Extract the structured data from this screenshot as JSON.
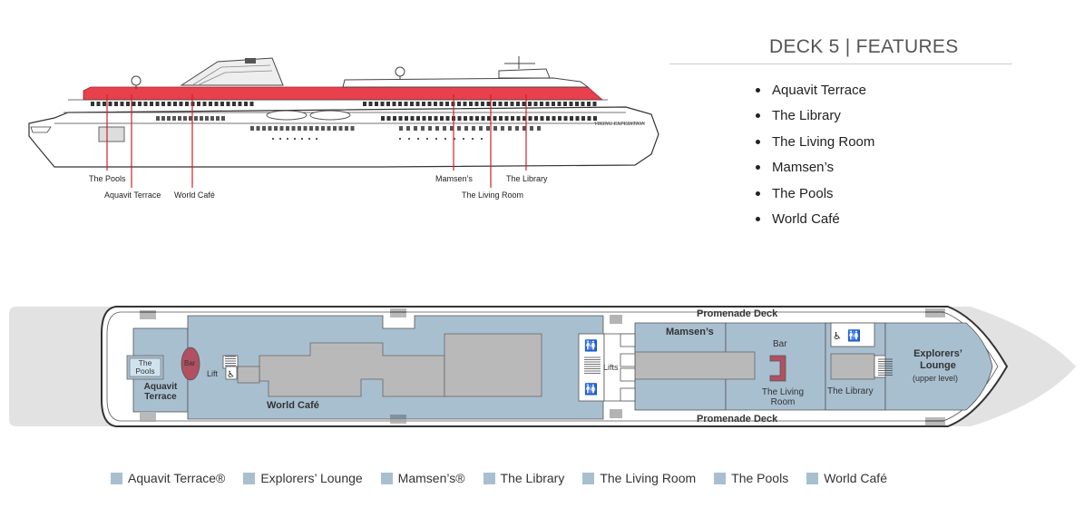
{
  "header": {
    "title": "DECK 5 | FEATURES"
  },
  "features": [
    "Aquavit Terrace",
    "The Library",
    "The Living Room",
    "Mamsen’s",
    "The Pools",
    "World Café"
  ],
  "side_view": {
    "ship_name": "VIKING EXPEDITION",
    "callouts": [
      "The Pools",
      "Aquavit Terrace",
      "World Café",
      "Mamsen’s",
      "The Living Room",
      "The Library"
    ]
  },
  "plan": {
    "promenade_top": "Promenade Deck",
    "promenade_bottom": "Promenade Deck",
    "pools": "The Pools",
    "bar_circle": "Bar",
    "aquavit_terrace": "Aquavit Terrace",
    "lift_left": "Lift",
    "world_cafe": "World Café",
    "lifts_mid": "Lifts",
    "mamsens": "Mamsen’s",
    "bar": "Bar",
    "living_room": "The Living Room",
    "library": "The Library",
    "explorers_lounge": "Explorers’ Lounge",
    "explorers_note": "(upper level)"
  },
  "legend": [
    {
      "label": "Aquavit Terrace®"
    },
    {
      "label": "Explorers’ Lounge"
    },
    {
      "label": "Mamsen’s®"
    },
    {
      "label": "The Library"
    },
    {
      "label": "The Living Room"
    },
    {
      "label": "The Pools"
    },
    {
      "label": "World Café"
    }
  ],
  "colors": {
    "venue": "#a8bfd0",
    "hull_shadow": "#e0e0e0",
    "highlight": "#e03040",
    "grey_area": "#b8b8b8",
    "bar_fill": "#b05060"
  }
}
